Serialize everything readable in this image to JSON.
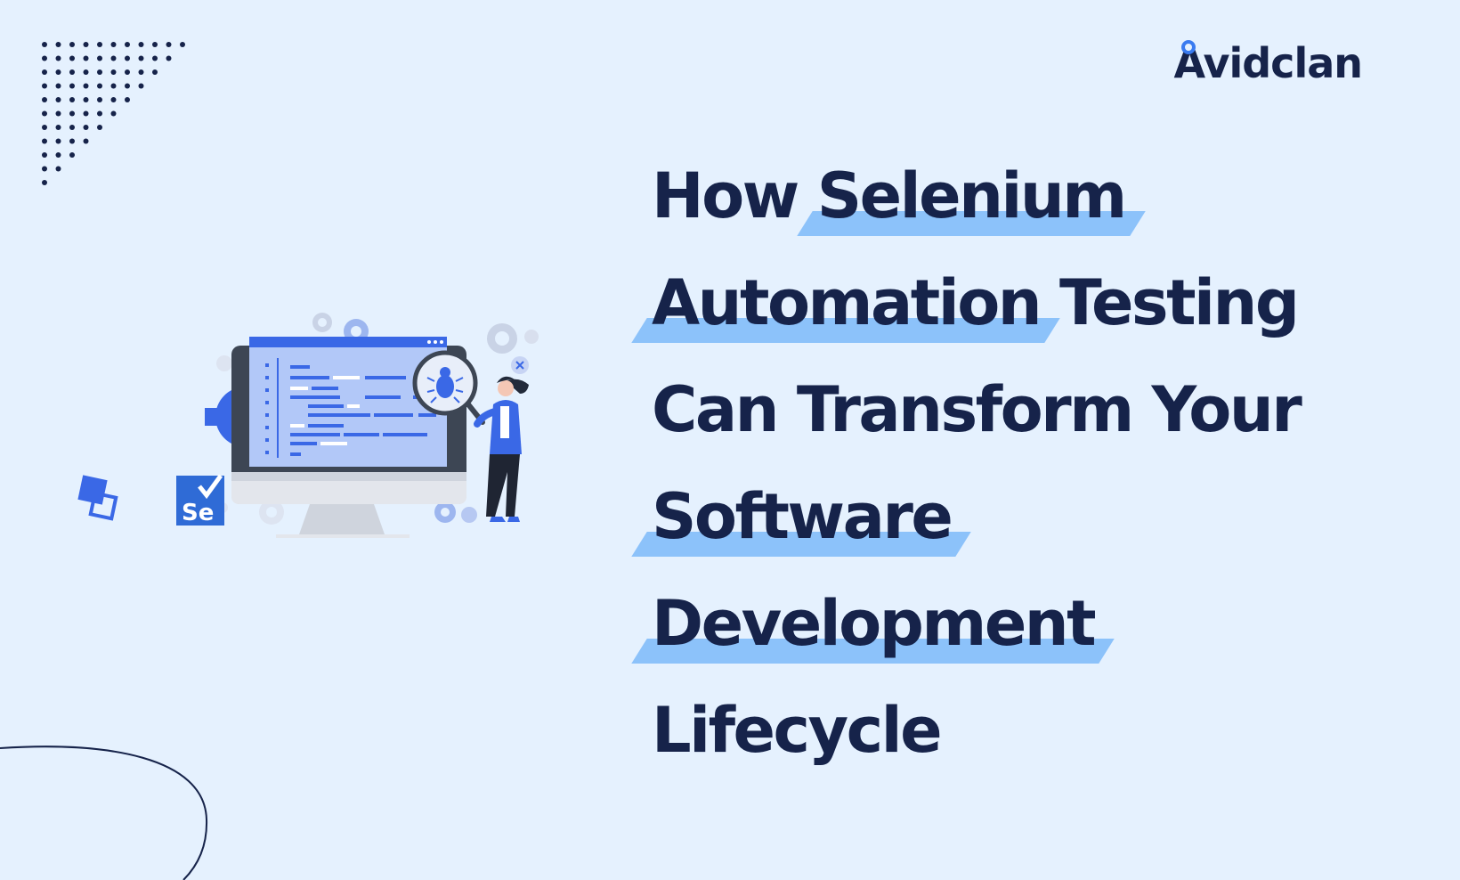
{
  "brand": {
    "name": "Avidclan"
  },
  "headline": {
    "line1": {
      "plain": "How ",
      "highlight": "Selenium"
    },
    "line2": {
      "highlight": "Automation",
      "plain": " Testing"
    },
    "line3": {
      "plain": "Can Transform Your"
    },
    "line4": {
      "highlight": "Software"
    },
    "line5": {
      "highlight": "Development"
    },
    "line6": {
      "plain": "Lifecycle"
    }
  },
  "illustration": {
    "selenium_badge": "Se"
  },
  "colors": {
    "background": "#e5f1fe",
    "text": "#16234a",
    "highlight": "#8cc2fa",
    "accent_blue": "#3a68e6"
  }
}
